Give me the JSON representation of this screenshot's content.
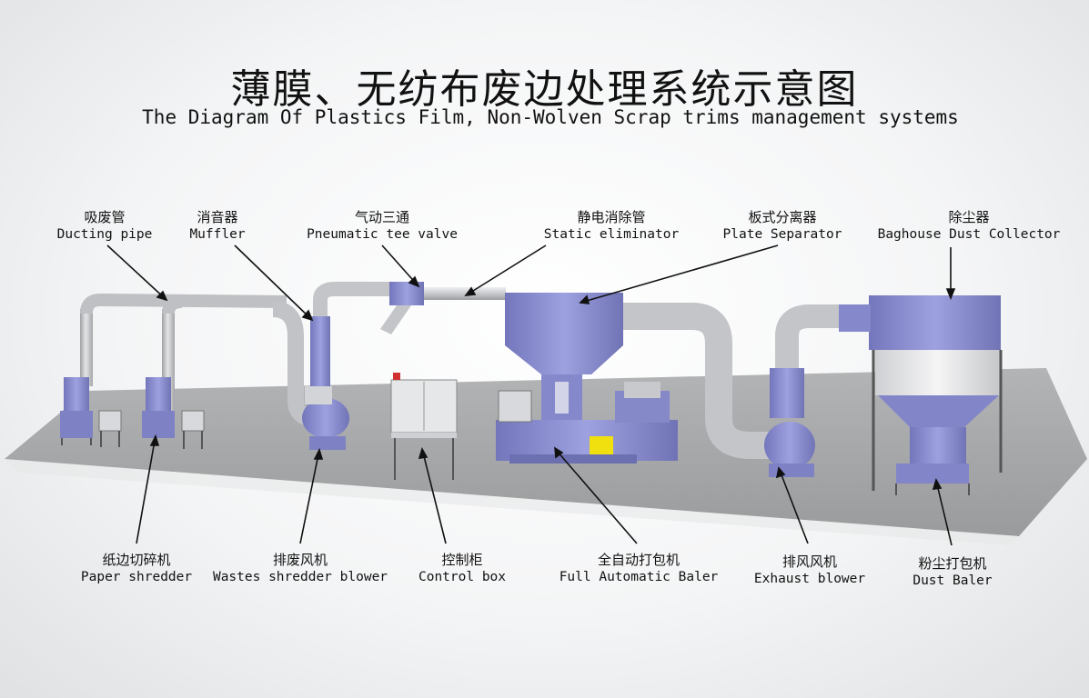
{
  "title_cn": "薄膜、无纺布废边处理系统示意图",
  "title_en": "The Diagram Of Plastics Film, Non-Wolven Scrap trims management systems",
  "labels_top": [
    {
      "cn": "吸废管",
      "en": "Ducting pipe"
    },
    {
      "cn": "消音器",
      "en": "Muffler"
    },
    {
      "cn": "气动三通",
      "en": "Pneumatic tee valve"
    },
    {
      "cn": "静电消除管",
      "en": "Static eliminator"
    },
    {
      "cn": "板式分离器",
      "en": "Plate Separator"
    },
    {
      "cn": "除尘器",
      "en": "Baghouse Dust Collector"
    }
  ],
  "labels_bottom": [
    {
      "cn": "纸边切碎机",
      "en": "Paper shredder"
    },
    {
      "cn": "排废风机",
      "en": "Wastes shredder blower"
    },
    {
      "cn": "控制柜",
      "en": "Control box"
    },
    {
      "cn": "全自动打包机",
      "en": "Full Automatic Baler"
    },
    {
      "cn": "排风风机",
      "en": "Exhaust blower"
    },
    {
      "cn": "粉尘打包机",
      "en": "Dust Baler"
    }
  ],
  "colors": {
    "machine": "#8c8fd0",
    "pipe": "#c9cacd",
    "floor": "#a3a4a6"
  }
}
